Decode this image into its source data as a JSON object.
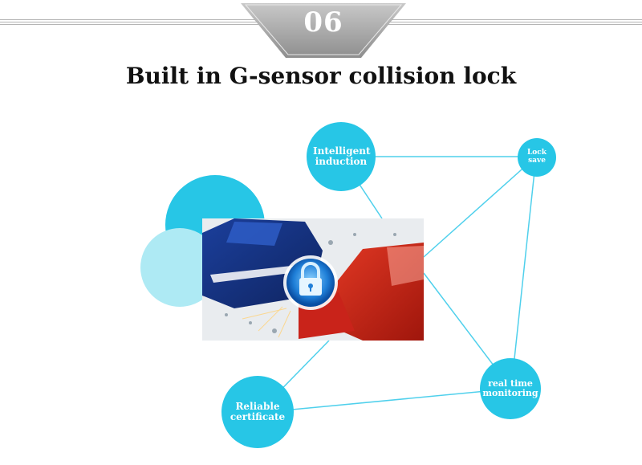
{
  "section_number": "06",
  "title": "Built in G-sensor collision lock",
  "features": {
    "intelligent_induction": "Intelligent induction",
    "lock_save": "Lock save",
    "real_time_monitoring": "real time monitoring",
    "reliable_certificate": "Reliable certificate"
  },
  "colors": {
    "accent": "#27c6e6",
    "accent_light": "#aeeaf4",
    "line": "#4fd0ec",
    "badge": "#9a9a9a"
  },
  "image": {
    "subject": "car-crash-photo",
    "overlay_icon": "padlock-icon"
  }
}
